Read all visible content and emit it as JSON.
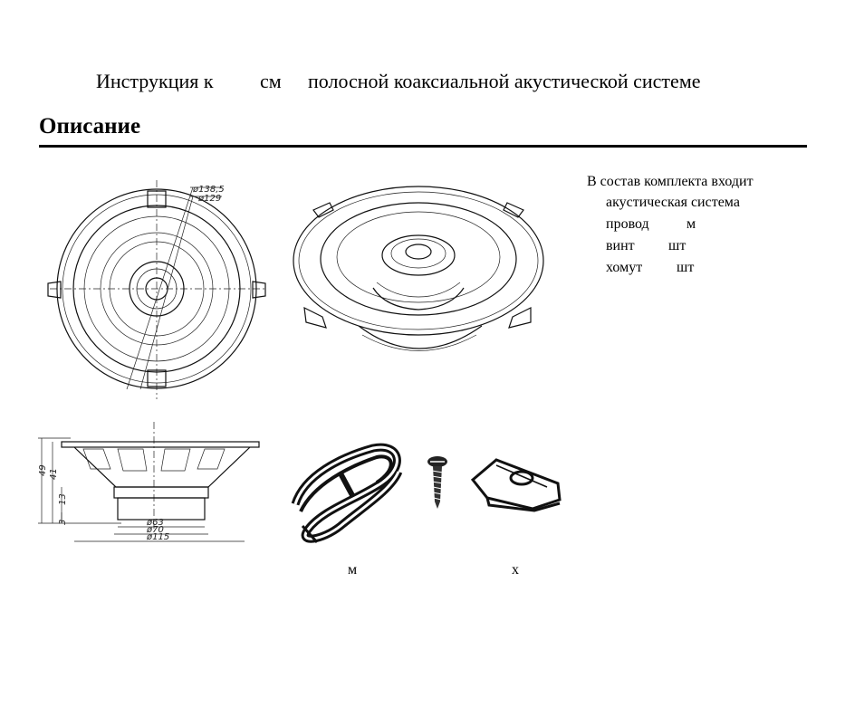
{
  "header": {
    "title_part1": "Инструкция к",
    "title_part2": "см",
    "title_part3": "полосной коаксиальной акустической системе"
  },
  "section": {
    "heading": "Описание"
  },
  "kit": {
    "intro": "В состав комплекта входит",
    "items": [
      {
        "name": "акустическая система",
        "qty": ""
      },
      {
        "name": "провод",
        "qty": "м"
      },
      {
        "name": "винт",
        "qty": "шт"
      },
      {
        "name": "хомут",
        "qty": "шт"
      }
    ]
  },
  "dimensions": {
    "front": [
      "ø138,5",
      "ø129"
    ],
    "side_heights": [
      "49",
      "41",
      "13",
      "3"
    ],
    "side_widths": [
      "ø63",
      "ø70",
      "ø115"
    ]
  },
  "captions": {
    "wire": "м",
    "clamp": "х"
  }
}
